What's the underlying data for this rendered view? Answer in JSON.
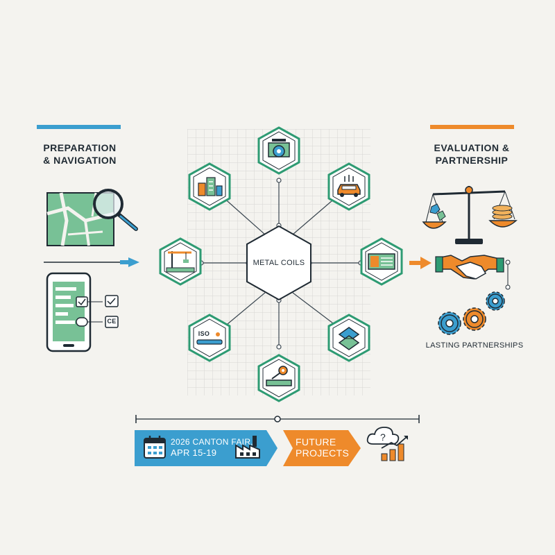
{
  "left": {
    "heading_line1": "PREPARATION",
    "heading_line2": "& NAVIGATION",
    "accent": "#3b9ecf",
    "icons": [
      "map-icon",
      "magnifier-icon",
      "smartphone-checklist-icon",
      "arrow-right-icon"
    ],
    "badge_ce": "CE"
  },
  "center": {
    "hub_label": "METAL COILS",
    "node_icons": [
      "coil-machine-icon",
      "car-icon",
      "monitor-icon",
      "stack-icon",
      "sheet-metal-icon",
      "iso-icon",
      "crane-icon",
      "building-icon"
    ],
    "iso_text": "ISO",
    "node_border": "#2e9b73"
  },
  "right": {
    "heading_line1": "EVALUATION &",
    "heading_line2": "PARTNERSHIP",
    "accent": "#ee8a2b",
    "partnership_label": "LASTING PARTNERSHIPS",
    "icons": [
      "balance-scale-icon",
      "handshake-icon",
      "gears-icon"
    ]
  },
  "timeline": {
    "event_line1": "2026 CANTON FAIR,",
    "event_line2": "APR 15-19",
    "event_color": "#3b9ecf",
    "future_line1": "FUTURE",
    "future_line2": "PROJECTS",
    "future_color": "#ee8a2b",
    "icons": [
      "calendar-icon",
      "factory-icon",
      "cloud-question-icon",
      "growth-chart-icon"
    ]
  }
}
